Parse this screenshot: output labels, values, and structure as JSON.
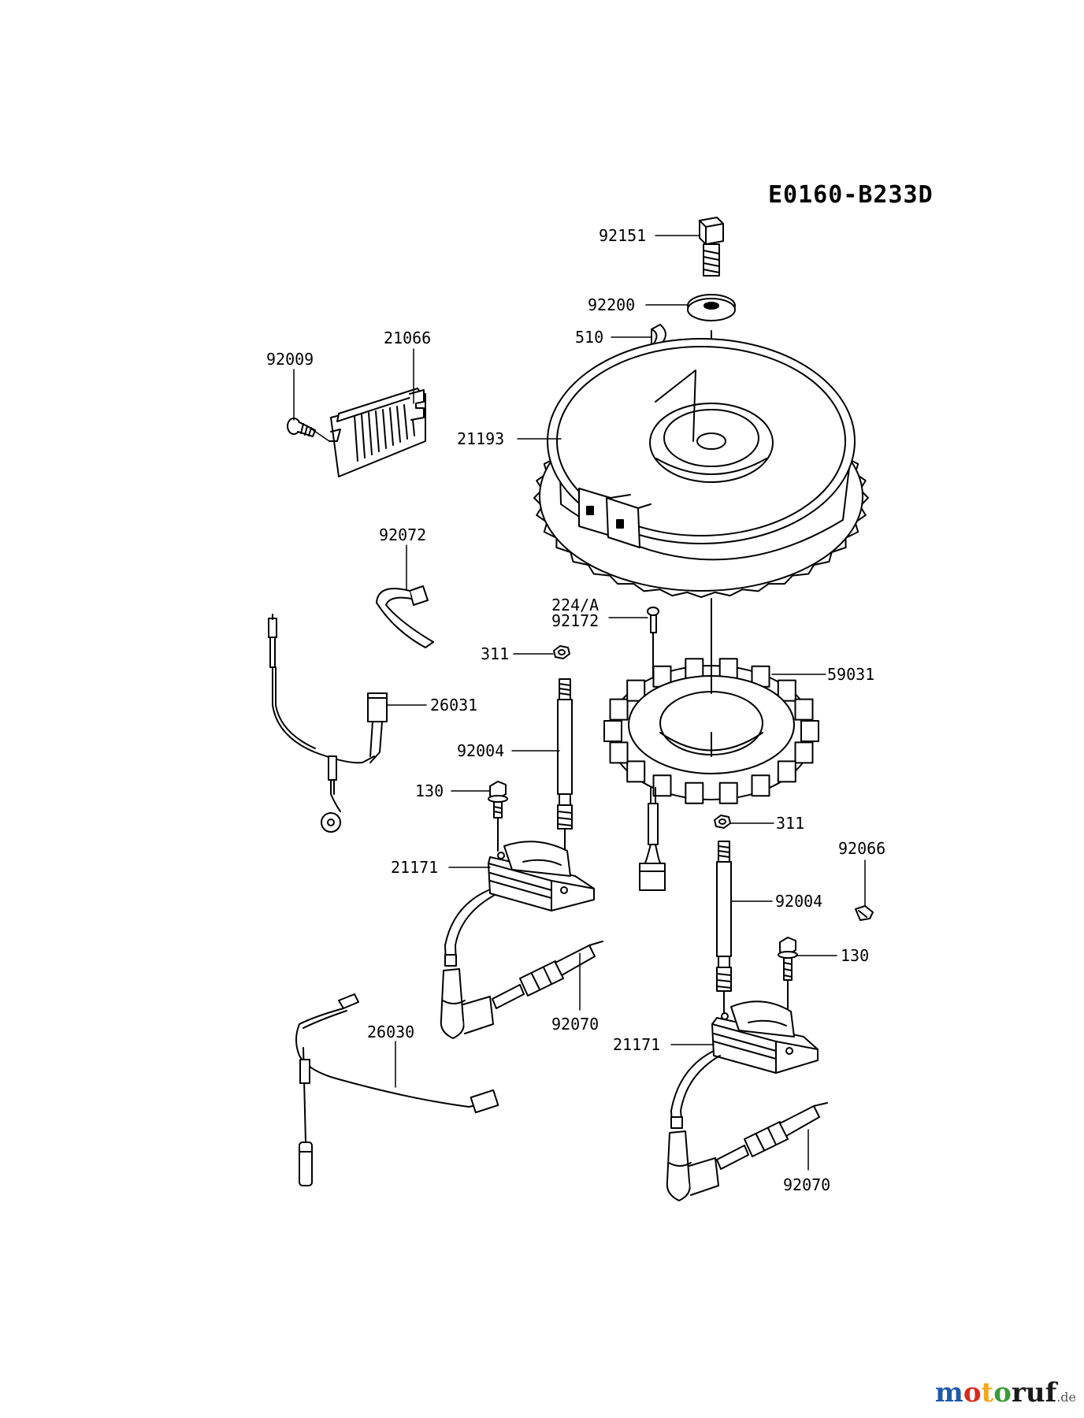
{
  "diagram_code": "E0160-B233D",
  "watermark": {
    "part1": "m",
    "part2": "o",
    "part3": "t",
    "part4": "o",
    "rest": "ruf",
    "tld": ".de"
  },
  "callouts": {
    "c92151": "92151",
    "c92200": "92200",
    "c510": "510",
    "c21066": "21066",
    "c92009": "92009",
    "c21193": "21193",
    "c92072": "92072",
    "c224a": "224/A",
    "c92172": "92172",
    "c311a": "311",
    "c59031": "59031",
    "c26031": "26031",
    "c92004a": "92004",
    "c130a": "130",
    "c311b": "311",
    "c92066": "92066",
    "c21171a": "21171",
    "c92004b": "92004",
    "c130b": "130",
    "c92070a": "92070",
    "c26030": "26030",
    "c21171b": "21171",
    "c92070b": "92070"
  }
}
